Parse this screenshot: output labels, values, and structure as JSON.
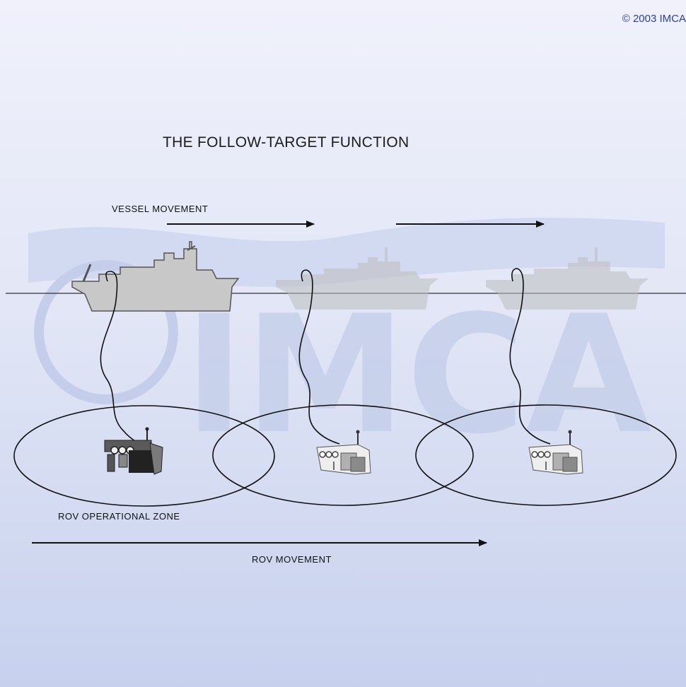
{
  "copyright": "© 2003 IMCA",
  "title": "THE FOLLOW-TARGET FUNCTION",
  "labels": {
    "vessel_movement": "VESSEL MOVEMENT",
    "rov_operational_zone": "ROV OPERATIONAL ZONE",
    "rov_movement": "ROV MOVEMENT"
  },
  "watermark": "IMCA",
  "colors": {
    "background_top": "#eef0fa",
    "background_bottom": "#c7d2ee",
    "watermark": "#b7c3e6",
    "vessel_active": "#c8c8c8",
    "vessel_ghost": "#d4d4d4",
    "line": "#1a1a1a",
    "copyright": "#2a3f9f"
  },
  "icons": [
    "vessel-icon",
    "rov-icon"
  ]
}
